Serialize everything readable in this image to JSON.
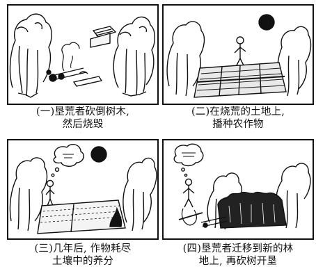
{
  "panels": [
    {
      "line1": "(一)垦荒者砍倒树木,",
      "line2": "然后烧毁"
    },
    {
      "line1": "(二)在烧荒的土地上,",
      "line2": "播种农作物"
    },
    {
      "line1": "(三)几年后, 作物耗尽",
      "line2": "土壤中的养分"
    },
    {
      "line1": "(四)垦荒者迁移到新的林",
      "line2": "地上, 再砍树开垦"
    }
  ]
}
